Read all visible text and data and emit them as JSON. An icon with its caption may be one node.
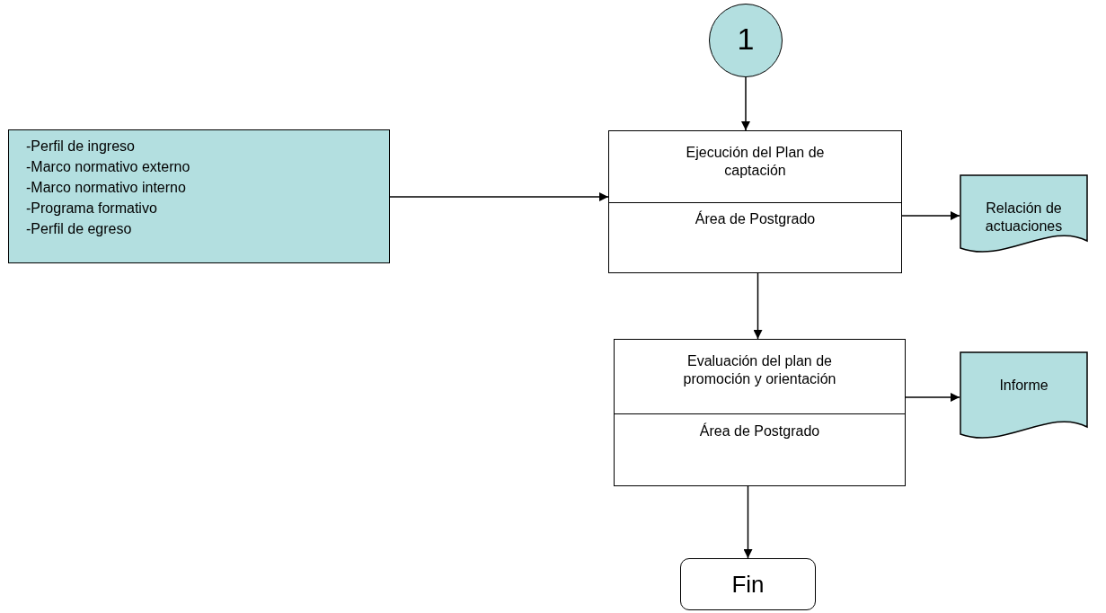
{
  "diagram": {
    "nodes": [
      {
        "text": [
          "1"
        ]
      },
      {
        "text": [
          "-Perfil de ingreso",
          "-Marco normativo externo",
          "-Marco normativo interno",
          "-Programa formativo",
          "-Perfil de egreso"
        ]
      },
      {
        "text": [
          "Ejecución del Plan de captación",
          "Área de Postgrado"
        ]
      },
      {
        "text": [
          "Relación de actuaciones"
        ]
      },
      {
        "text": [
          "Evaluación del plan de promoción y orientación",
          "Área de Postgrado"
        ]
      },
      {
        "text": [
          "Informe"
        ]
      },
      {
        "text": [
          "Fin"
        ]
      }
    ],
    "edges": [
      {
        "from": 0,
        "to": 2,
        "arrow": "to"
      },
      {
        "from": 1,
        "to": 2,
        "arrow": "to"
      },
      {
        "from": 2,
        "to": 3,
        "arrow": "to"
      },
      {
        "from": 2,
        "to": 4,
        "arrow": "to"
      },
      {
        "from": 4,
        "to": 5,
        "arrow": "to"
      },
      {
        "from": 4,
        "to": 6,
        "arrow": "to"
      }
    ]
  }
}
